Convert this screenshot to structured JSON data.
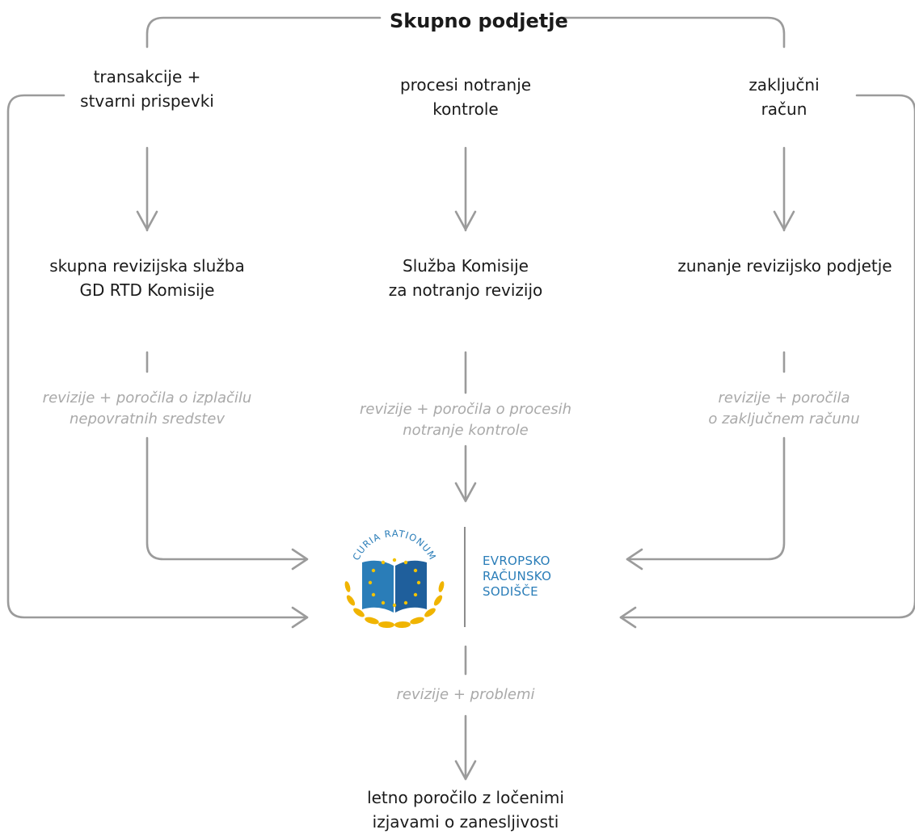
{
  "title": "Skupno podjetje",
  "sources": [
    {
      "id": "transactions",
      "lines": [
        "transakcije +",
        "stvarni prispevki"
      ]
    },
    {
      "id": "internal-control",
      "lines": [
        "procesi notranje",
        "kontrole"
      ]
    },
    {
      "id": "final-accounts",
      "lines": [
        "zaključni",
        "račun"
      ]
    }
  ],
  "auditors": [
    {
      "id": "joint-audit-service",
      "lines": [
        "skupna revizijska služba",
        "GD RTD Komisije"
      ]
    },
    {
      "id": "internal-audit-service",
      "lines": [
        "Služba Komisije",
        "za notranjo revizijo"
      ]
    },
    {
      "id": "external-audit-firm",
      "lines": [
        "zunanje revizijsko podjetje"
      ]
    }
  ],
  "edge_labels": {
    "left": [
      "revizije + poročila o izplačilu",
      "nepovratnih sredstev"
    ],
    "center": [
      "revizije + poročila o procesih",
      "notranje kontrole"
    ],
    "right": [
      "revizije + poročila",
      "o zaključnem računu"
    ],
    "bottom": "revizije + problemi"
  },
  "eca": {
    "motto": "CURIA RATIONUM",
    "name_lines": [
      "EVROPSKO",
      "RAČUNSKO",
      "SODIŠČE"
    ]
  },
  "output": {
    "lines": [
      "letno poročilo z ločenimi",
      "izjavami o zanesljivosti"
    ]
  },
  "colors": {
    "connector": "#9b9b9b",
    "edge_label": "#a9a9a9",
    "eca_blue": "#2a7db8",
    "eca_star": "#f2c200",
    "eca_laurel": "#f0b400"
  }
}
